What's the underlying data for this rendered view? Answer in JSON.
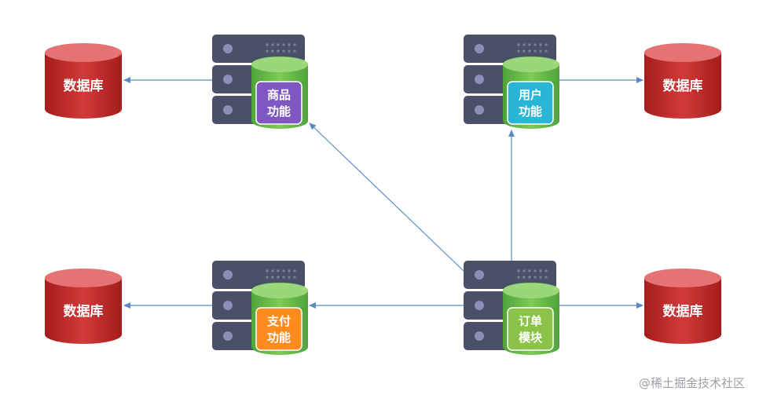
{
  "nodes": {
    "product": {
      "line1": "商品",
      "line2": "功能",
      "color": "#7e57c2"
    },
    "user": {
      "line1": "用户",
      "line2": "功能",
      "color": "#29b6d6"
    },
    "payment": {
      "line1": "支付",
      "line2": "功能",
      "color": "#ff8a1e"
    },
    "order": {
      "line1": "订单",
      "line2": "模块",
      "color": "#8bc34a"
    }
  },
  "databases": {
    "top_left": "数据库",
    "top_right": "数据库",
    "bottom_left": "数据库",
    "bottom_right": "数据库",
    "color": "#c62828"
  },
  "watermark": "@稀土掘金技术社区",
  "colors": {
    "server": "#4a5068",
    "server_light": "#5d647e",
    "cylinder": "#6dbf4b",
    "arrow": "#5a8ac6"
  }
}
